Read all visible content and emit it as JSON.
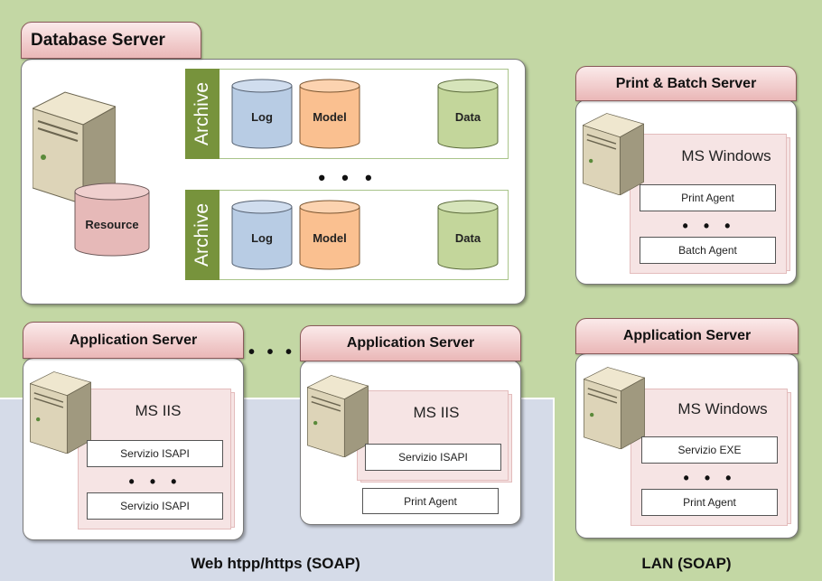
{
  "database_server": {
    "title": "Database Server",
    "resource": "Resource",
    "archives": [
      {
        "label": "Archive",
        "log": "Log",
        "model": "Model",
        "data": "Data"
      },
      {
        "label": "Archive",
        "log": "Log",
        "model": "Model",
        "data": "Data"
      }
    ],
    "dots": "• • •"
  },
  "print_batch_server": {
    "title": "Print & Batch Server",
    "os": "MS Windows",
    "agents": [
      "Print Agent",
      "Batch Agent"
    ],
    "dots": "• • •"
  },
  "app_server_1": {
    "title": "Application Server",
    "os": "MS IIS",
    "services": [
      "Servizio ISAPI",
      "Servizio ISAPI"
    ],
    "dots": "• • •"
  },
  "app_servers_dots": "• • •",
  "app_server_2": {
    "title": "Application Server",
    "os": "MS IIS",
    "services": [
      "Servizio ISAPI"
    ],
    "agent": "Print Agent"
  },
  "app_server_3": {
    "title": "Application Server",
    "os": "MS Windows",
    "services": [
      "Servizio EXE",
      "Print Agent"
    ],
    "dots": "• • •"
  },
  "footer": {
    "web": "Web htpp/https (SOAP)",
    "lan": "LAN (SOAP)"
  },
  "colors": {
    "lan_zone": "#c3d7a4",
    "web_zone": "#d5dbe8",
    "tab": "#eab7b7",
    "log": "#b8cce4",
    "model": "#fac090",
    "data": "#c3d69b",
    "resource": "#e6b9b8",
    "archive_label": "#77933c"
  }
}
